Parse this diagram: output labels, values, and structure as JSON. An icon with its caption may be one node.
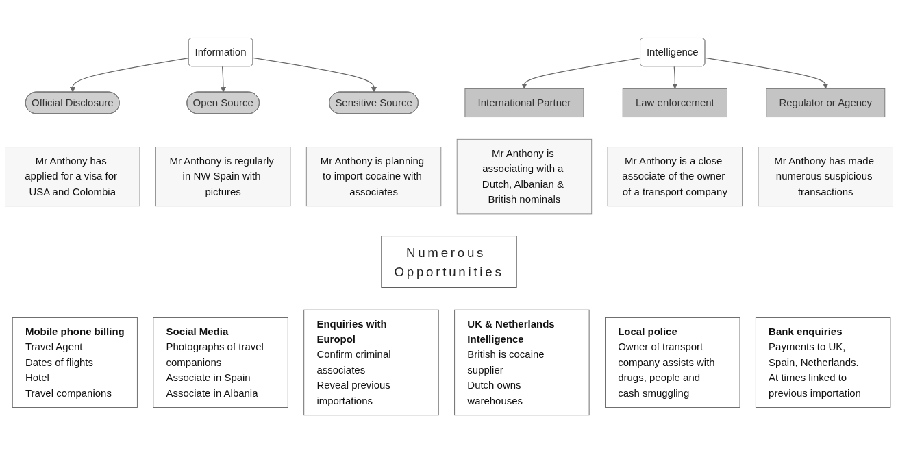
{
  "diagram": {
    "nodes": [
      {
        "text": [
          "Information"
        ]
      },
      {
        "text": [
          "Intelligence"
        ]
      },
      {
        "text": [
          "Official Disclosure"
        ]
      },
      {
        "text": [
          "Open Source"
        ]
      },
      {
        "text": [
          "Sensitive Source"
        ]
      },
      {
        "text": [
          "International Partner"
        ]
      },
      {
        "text": [
          "Law enforcement"
        ]
      },
      {
        "text": [
          "Regulator or Agency"
        ]
      },
      {
        "text": [
          "Mr Anthony has applied for a visa for USA and Colombia"
        ]
      },
      {
        "text": [
          "Mr Anthony is regularly in NW Spain with pictures"
        ]
      },
      {
        "text": [
          "Mr Anthony is planning to import cocaine with associates"
        ]
      },
      {
        "text": [
          "Mr Anthony is associating with a Dutch, Albanian & British nominals"
        ]
      },
      {
        "text": [
          "Mr Anthony is a close associate of the owner of a transport company"
        ]
      },
      {
        "text": [
          "Mr Anthony has made numerous suspicious transactions"
        ]
      },
      {
        "text": [
          "Numerous Opportunities"
        ]
      },
      {
        "text": [
          "Mobile phone billing",
          "Travel Agent",
          "Dates of flights",
          "Hotel",
          "Travel companions"
        ]
      },
      {
        "text": [
          "Social Media",
          "Photographs of travel companions",
          "Associate in Spain",
          "Associate in Albania"
        ]
      },
      {
        "text": [
          "Enquiries with Europol",
          "Confirm criminal associates",
          "Reveal previous importations"
        ]
      },
      {
        "text": [
          "UK & Netherlands Intelligence",
          "British is cocaine supplier",
          "Dutch owns warehouses"
        ]
      },
      {
        "text": [
          "Local police",
          "Owner of transport company assists with drugs, people and cash smuggling"
        ]
      },
      {
        "text": [
          "Bank enquiries",
          "Payments to UK, Spain, Netherlands.",
          "At times linked to previous importation"
        ]
      }
    ],
    "edges": [
      {
        "from": 0,
        "to": 2,
        "arrow": "to"
      },
      {
        "from": 0,
        "to": 3,
        "arrow": "to"
      },
      {
        "from": 0,
        "to": 4,
        "arrow": "to"
      },
      {
        "from": 1,
        "to": 5,
        "arrow": "to"
      },
      {
        "from": 1,
        "to": 6,
        "arrow": "to"
      },
      {
        "from": 1,
        "to": 7,
        "arrow": "to"
      }
    ]
  }
}
